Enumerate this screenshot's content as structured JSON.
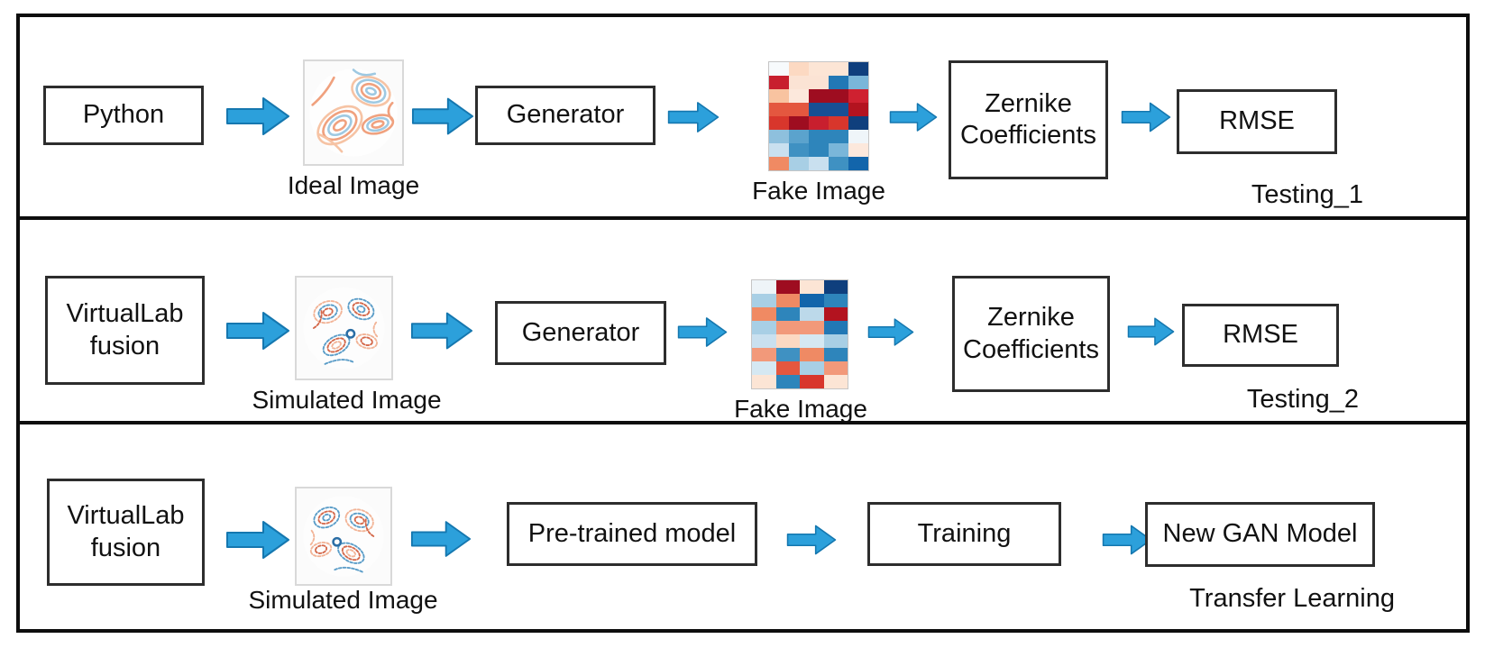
{
  "colors": {
    "frame": "#0d0d0d",
    "box_border": "#2d2d2d",
    "arrow_fill": "#2CA0DB",
    "arrow_stroke": "#1577AF"
  },
  "diagram": {
    "panel1": {
      "source_label": "Python",
      "input_image_caption": "Ideal Image",
      "generator_label": "Generator",
      "fake_image_caption": "Fake Image",
      "zernike_label": "Zernike Coefficients",
      "rmse_label": "RMSE",
      "tag": "Testing_1"
    },
    "panel2": {
      "source_label": "VirtualLab fusion",
      "input_image_caption": "Simulated Image",
      "generator_label": "Generator",
      "fake_image_caption": "Fake Image",
      "zernike_label": "Zernike Coefficients",
      "rmse_label": "RMSE",
      "tag": "Testing_2"
    },
    "panel3": {
      "source_label": "VirtualLab fusion",
      "input_image_caption": "Simulated Image",
      "pretrained_label": "Pre-trained model",
      "training_label": "Training",
      "newgan_label": "New GAN Model",
      "tag": "Transfer Learning"
    }
  },
  "heatmaps": {
    "fake1": {
      "cols": 5,
      "rows": [
        [
          "#f7fafc",
          "#fcd9c2",
          "#fce5d5",
          "#fce5d5",
          "#0f3f7d"
        ],
        [
          "#c81f2e",
          "#fbe3d4",
          "#fbe3d4",
          "#2278b5",
          "#7ab6d9"
        ],
        [
          "#f8c3a0",
          "#fce8dc",
          "#9e0d20",
          "#9e0d20",
          "#cf2130"
        ],
        [
          "#e4573f",
          "#e4573f",
          "#174f94",
          "#174f94",
          "#b3131f"
        ],
        [
          "#d8362c",
          "#9e0d20",
          "#c81f2e",
          "#d8362c",
          "#0f3f7d"
        ],
        [
          "#8ec0dd",
          "#5ba3cd",
          "#2e85bb",
          "#2e85bb",
          "#eff5f9"
        ],
        [
          "#c9e0ef",
          "#3f91c2",
          "#2e85bb",
          "#7ab6d9",
          "#fce8dc"
        ],
        [
          "#f08a63",
          "#a8cfe5",
          "#c9e0ef",
          "#3f91c2",
          "#1265ab"
        ]
      ]
    },
    "fake2": {
      "cols": 4,
      "rows": [
        [
          "#eef4f8",
          "#9e0d20",
          "#fce5d5",
          "#0f3f7d"
        ],
        [
          "#a8cfe5",
          "#ef8a64",
          "#1265ab",
          "#2e85bb"
        ],
        [
          "#f08a63",
          "#2e85bb",
          "#bcd9ea",
          "#b3131f"
        ],
        [
          "#a8cfe5",
          "#f2997a",
          "#f2997a",
          "#2278b5"
        ],
        [
          "#c9e0ef",
          "#fcd9c2",
          "#d5e8f2",
          "#a8cfe5"
        ],
        [
          "#f2997a",
          "#3f91c2",
          "#ef8a64",
          "#2e85bb"
        ],
        [
          "#d5e8f2",
          "#e4573f",
          "#a8cfe5",
          "#f2997a"
        ],
        [
          "#fce5d5",
          "#2e85bb",
          "#d8362c",
          "#fce5d5"
        ]
      ]
    }
  }
}
